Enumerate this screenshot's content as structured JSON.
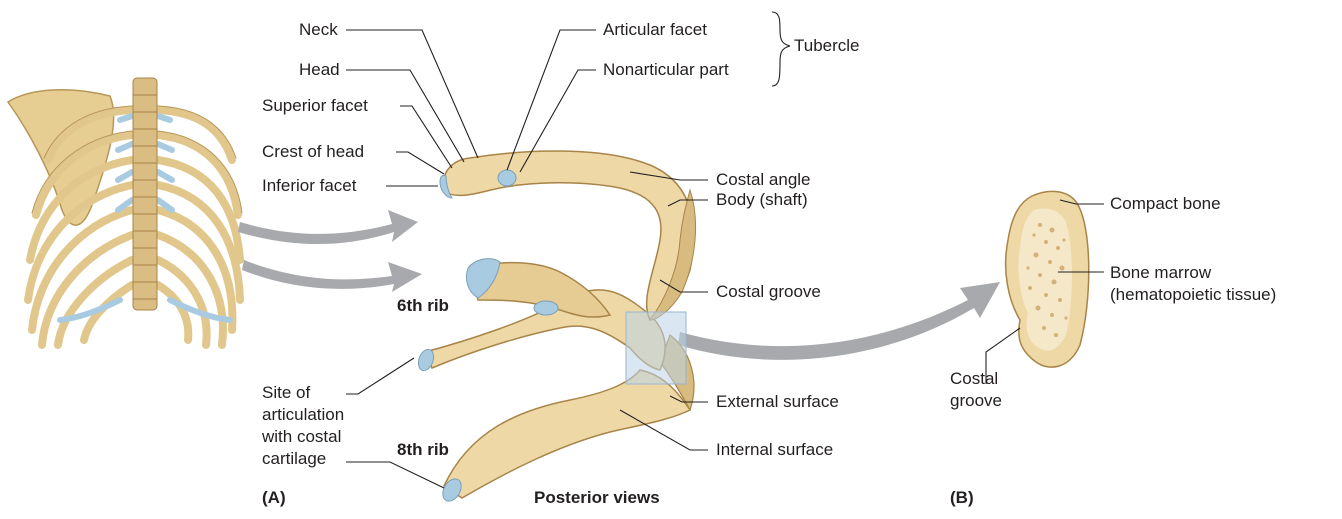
{
  "labels": {
    "neck": "Neck",
    "head": "Head",
    "superior_facet": "Superior facet",
    "crest_of_head": "Crest of head",
    "inferior_facet": "Inferior facet",
    "articular_facet": "Articular facet",
    "nonarticular_part": "Nonarticular part",
    "tubercle": "Tubercle",
    "costal_angle": "Costal angle",
    "body_shaft": "Body (shaft)",
    "costal_groove": "Costal groove",
    "external_surface": "External surface",
    "internal_surface": "Internal surface",
    "rib_6": "6th rib",
    "rib_8": "8th rib",
    "site_line1": "Site of",
    "site_line2": "articulation",
    "site_line3": "with costal",
    "site_line4": "cartilage",
    "compact_bone": "Compact bone",
    "bone_marrow_line1": "Bone marrow",
    "bone_marrow_line2": "(hematopoietic tissue)",
    "costal_groove_b_line1": "Costal",
    "costal_groove_b_line2": "groove"
  },
  "captions": {
    "panel_a": "(A)",
    "panel_b": "(B)",
    "views": "Posterior views"
  },
  "colors": {
    "bone": "#edd8a6",
    "bone_shade": "#c9a86a",
    "bone_dark": "#a88448",
    "cartilage": "#a9cbe2",
    "arrow": "#a7a9ac",
    "leader": "#231f20",
    "marrow_spots": "#d3b27a",
    "highlight_box": "#bcd3e8"
  }
}
